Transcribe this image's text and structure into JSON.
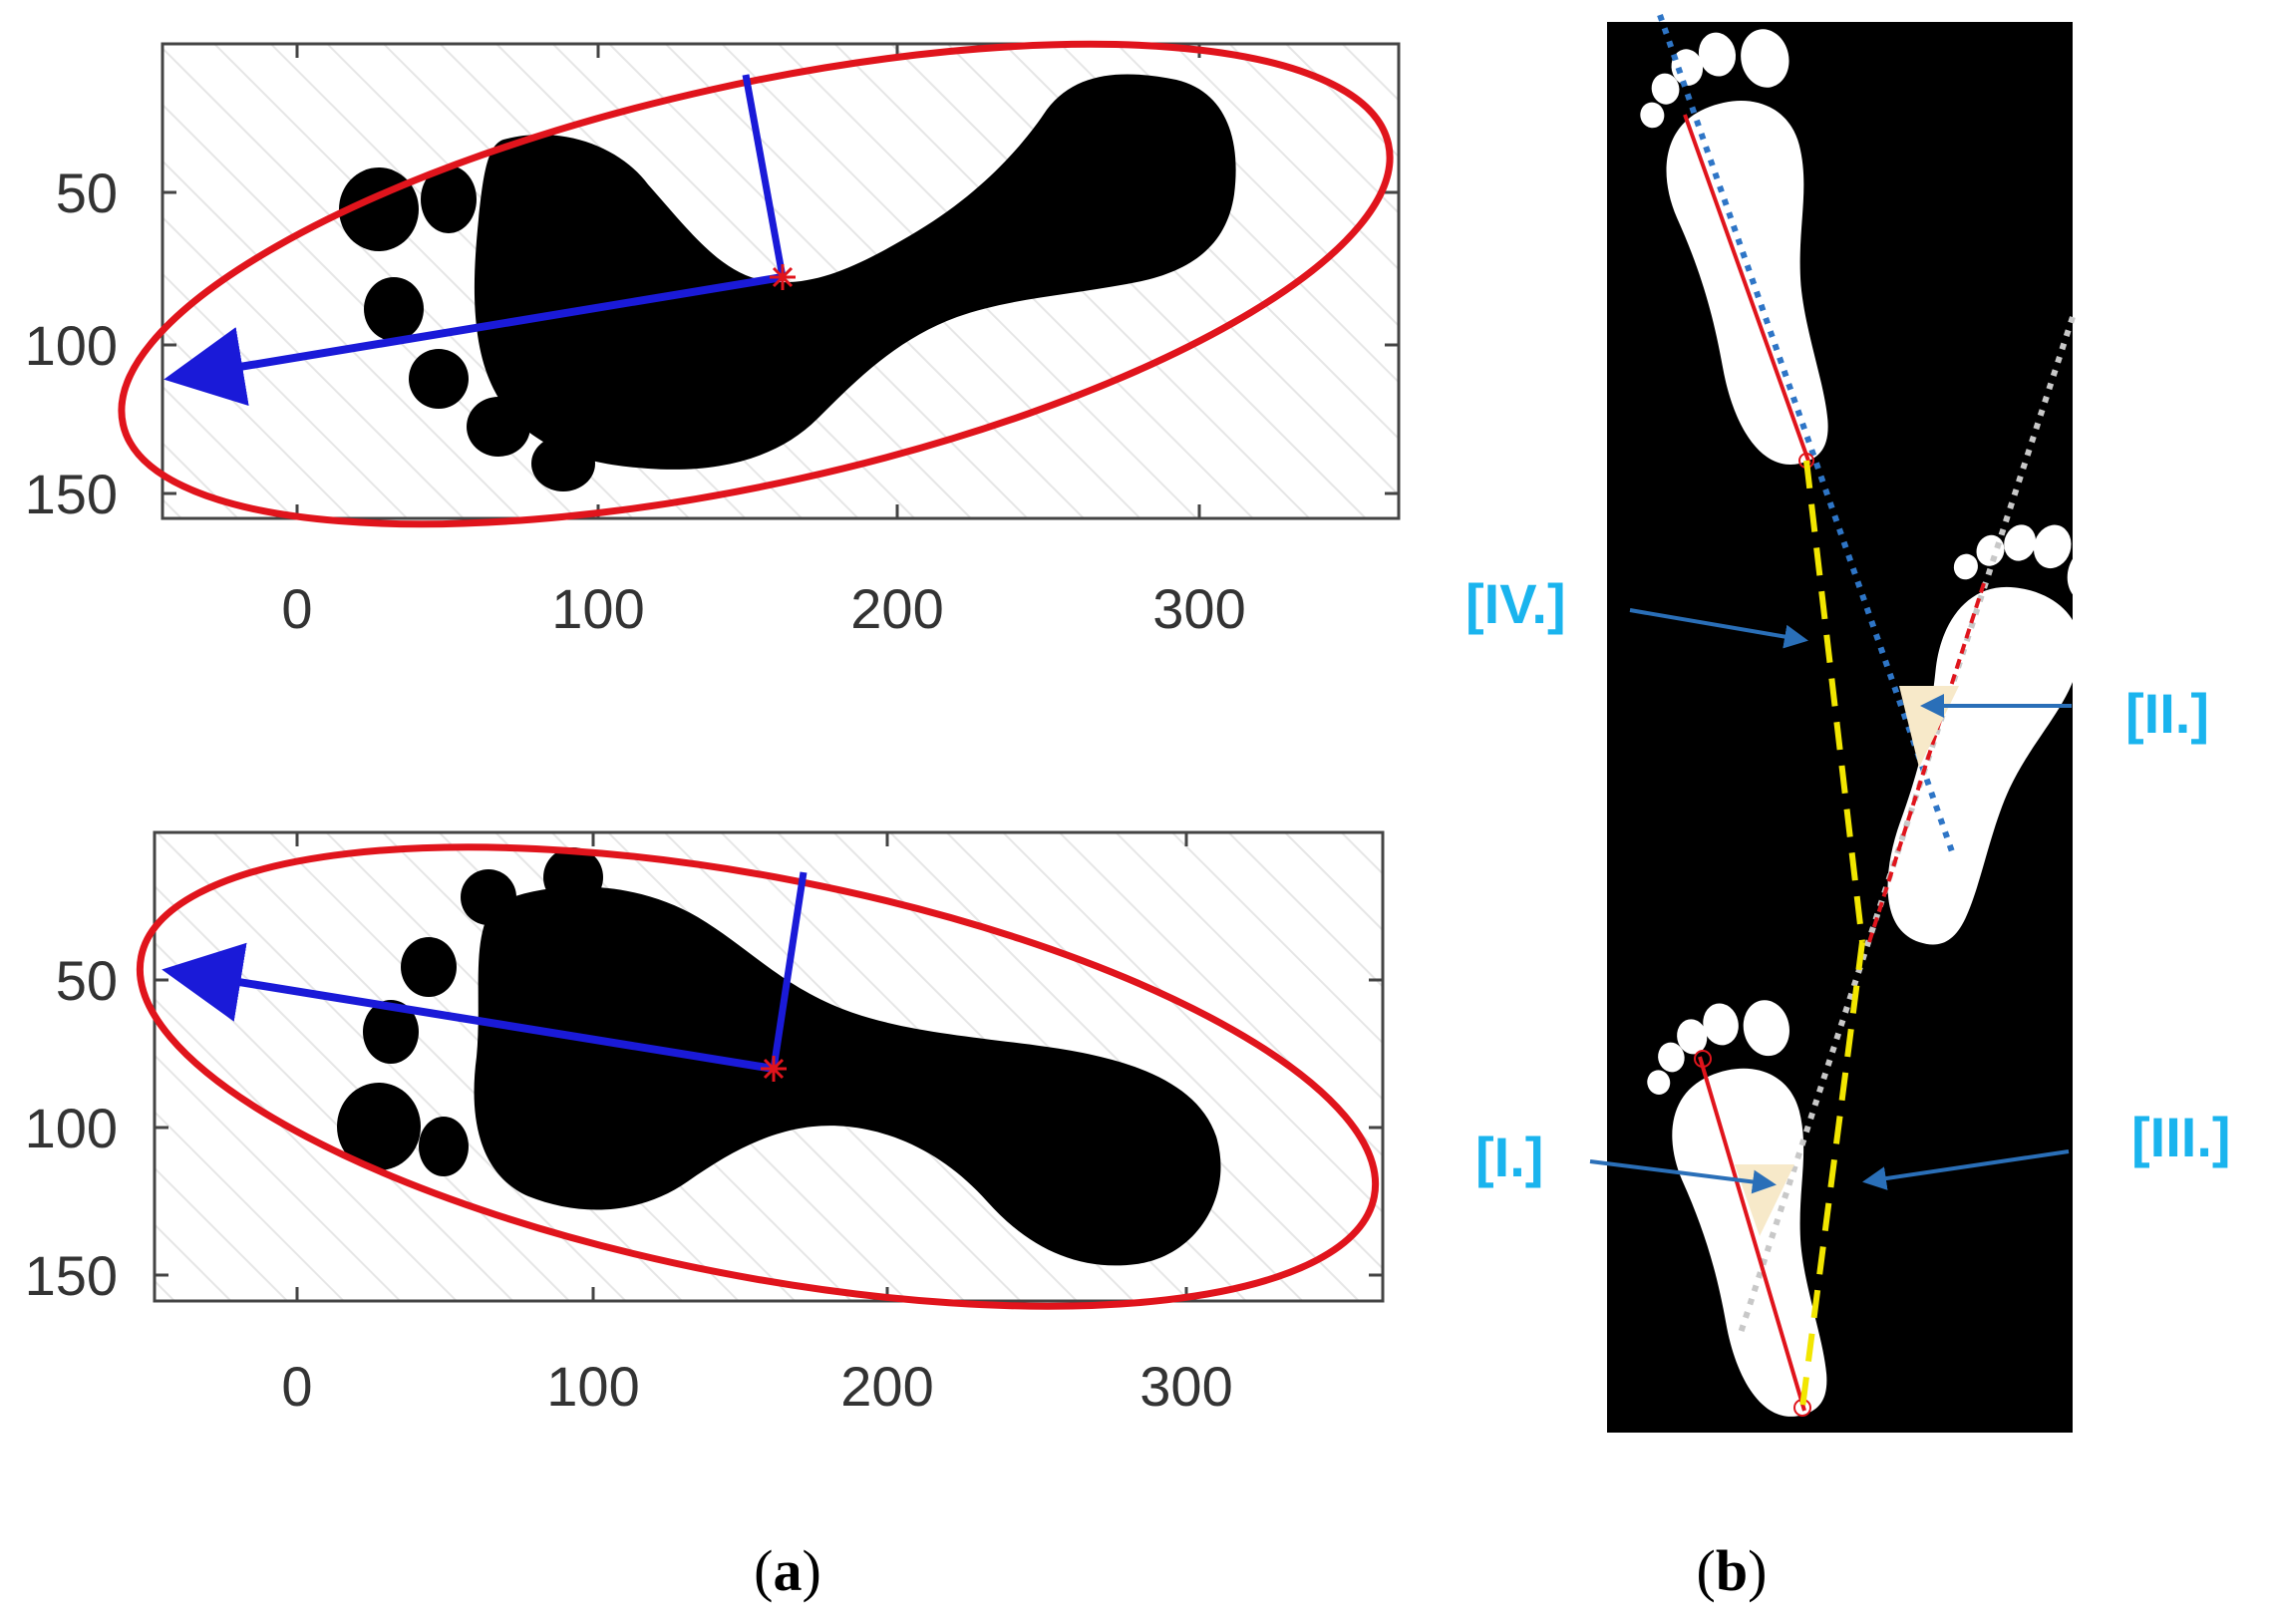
{
  "colors": {
    "ellipse": "#e0141c",
    "axis_arrow": "#1a1ad8",
    "center_marker": "#e0141c",
    "footprint_a": "#000000",
    "panel_b_bg": "#000000",
    "footprint_b": "#ffffff",
    "foot_axis": "#e0141c",
    "dotted_blue": "#2e75c6",
    "dotted_gray": "#c8c8c8",
    "dashed_yellow": "#f2e600",
    "angle_fill": "#f7e9c9",
    "label_color": "#1ab4ee",
    "arrow_color": "#2a6fb8",
    "hatch": "#e6e6e6"
  },
  "panel_a": {
    "plots": [
      {
        "id": "top",
        "yticks": [
          "50",
          "100",
          "150"
        ],
        "xticks": [
          "0",
          "100",
          "200",
          "300"
        ],
        "orientation": "toes-left-upward-heel-right"
      },
      {
        "id": "bottom",
        "yticks": [
          "50",
          "100",
          "150"
        ],
        "xticks": [
          "0",
          "100",
          "200",
          "300"
        ],
        "orientation": "toes-left-heel-right-downward"
      }
    ],
    "caption": {
      "open": "(",
      "letter": "a",
      "close": ")"
    }
  },
  "panel_b": {
    "labels": {
      "i": "[I.]",
      "ii": "[II.]",
      "iii": "[III.]",
      "iv": "[IV.]"
    },
    "caption": {
      "open": "(",
      "letter": "b",
      "close": ")"
    }
  },
  "icons": {
    "footprint": "footprint-icon",
    "arrow": "arrow-icon"
  }
}
